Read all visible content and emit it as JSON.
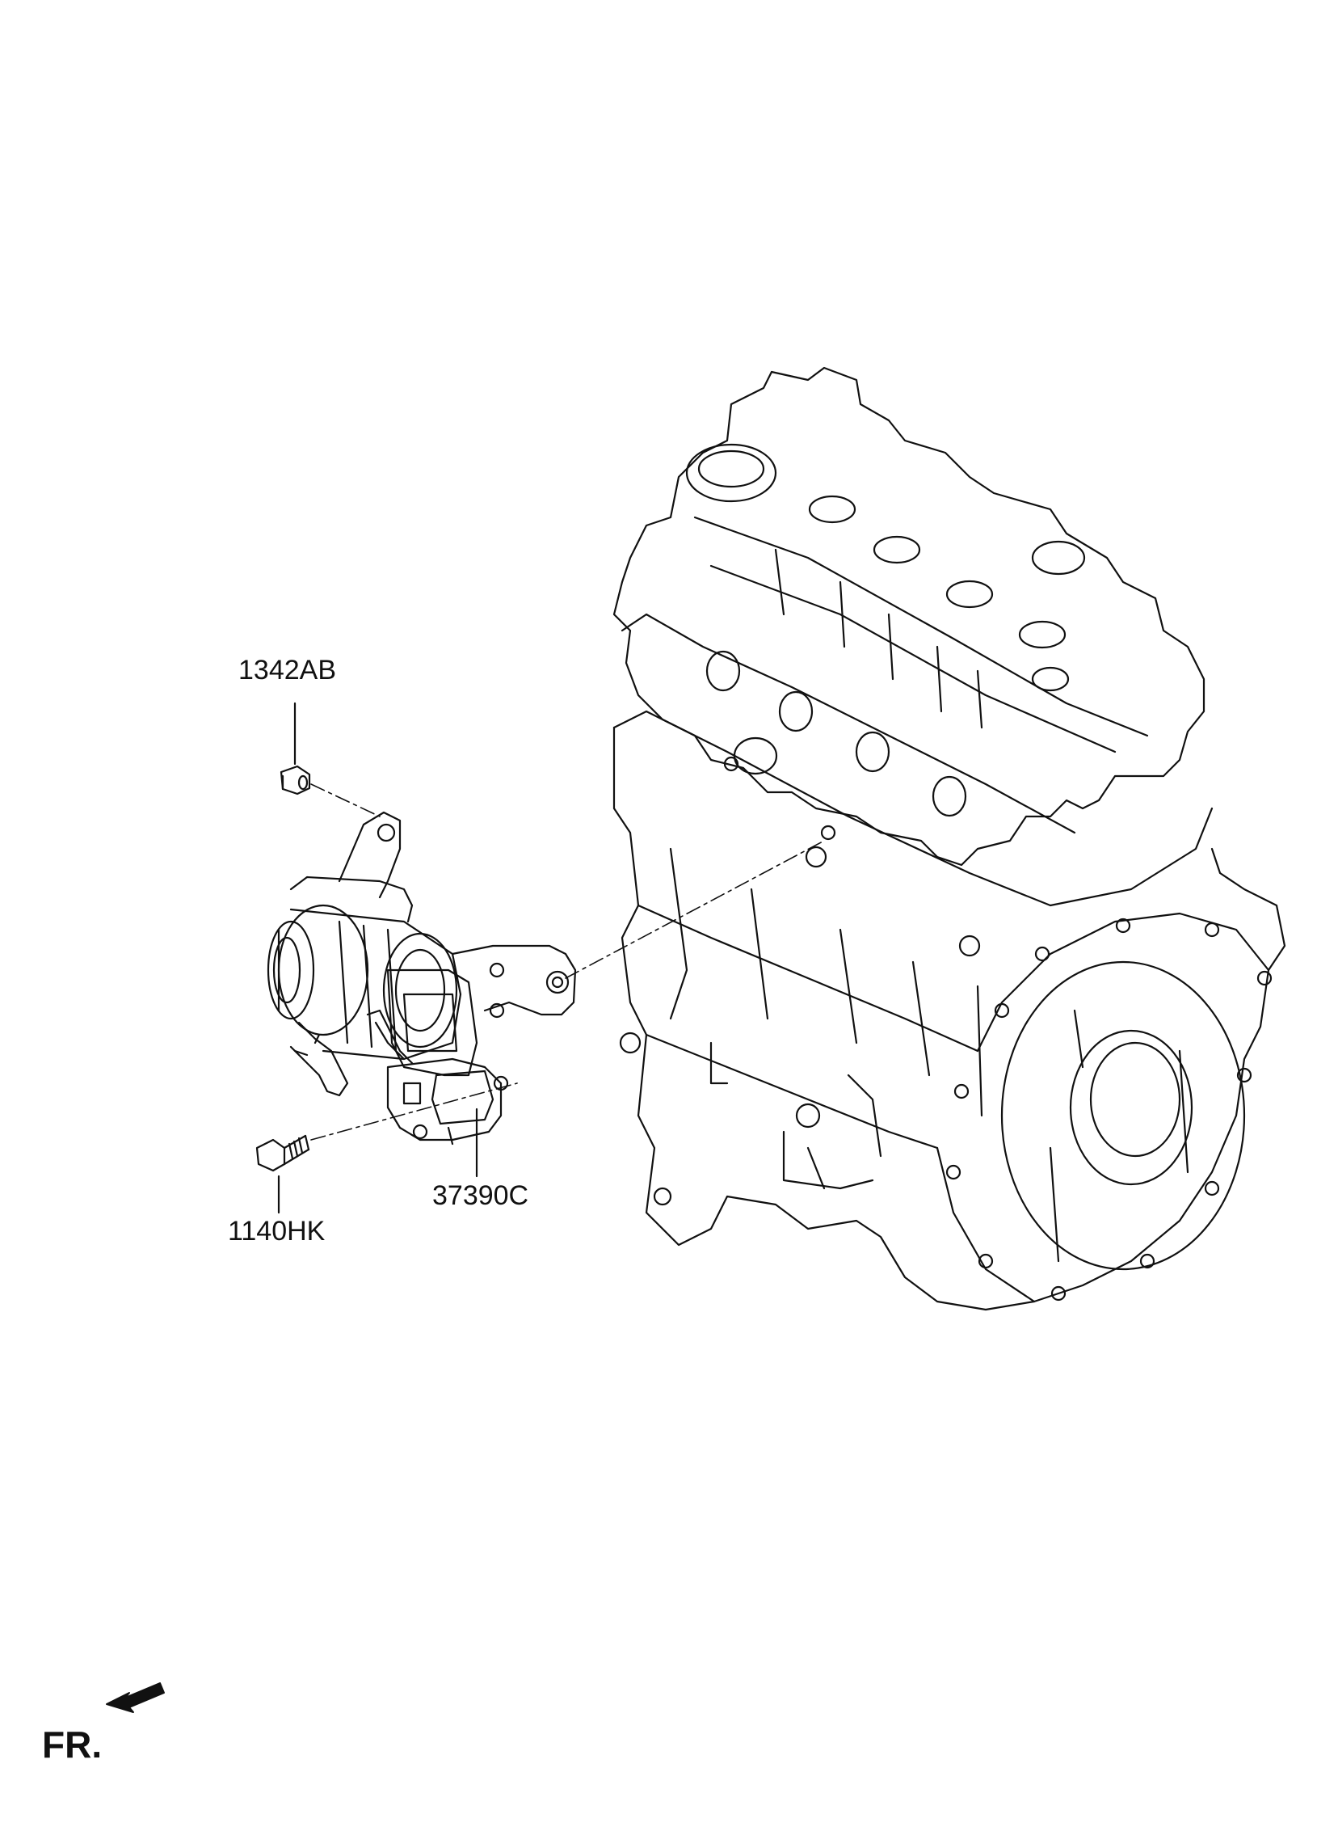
{
  "callouts": {
    "nut": "1342AB",
    "pump": "37390C",
    "bolt": "1140HK"
  },
  "direction": {
    "label": "FR."
  },
  "colors": {
    "line": "#111111",
    "background": "#ffffff"
  }
}
